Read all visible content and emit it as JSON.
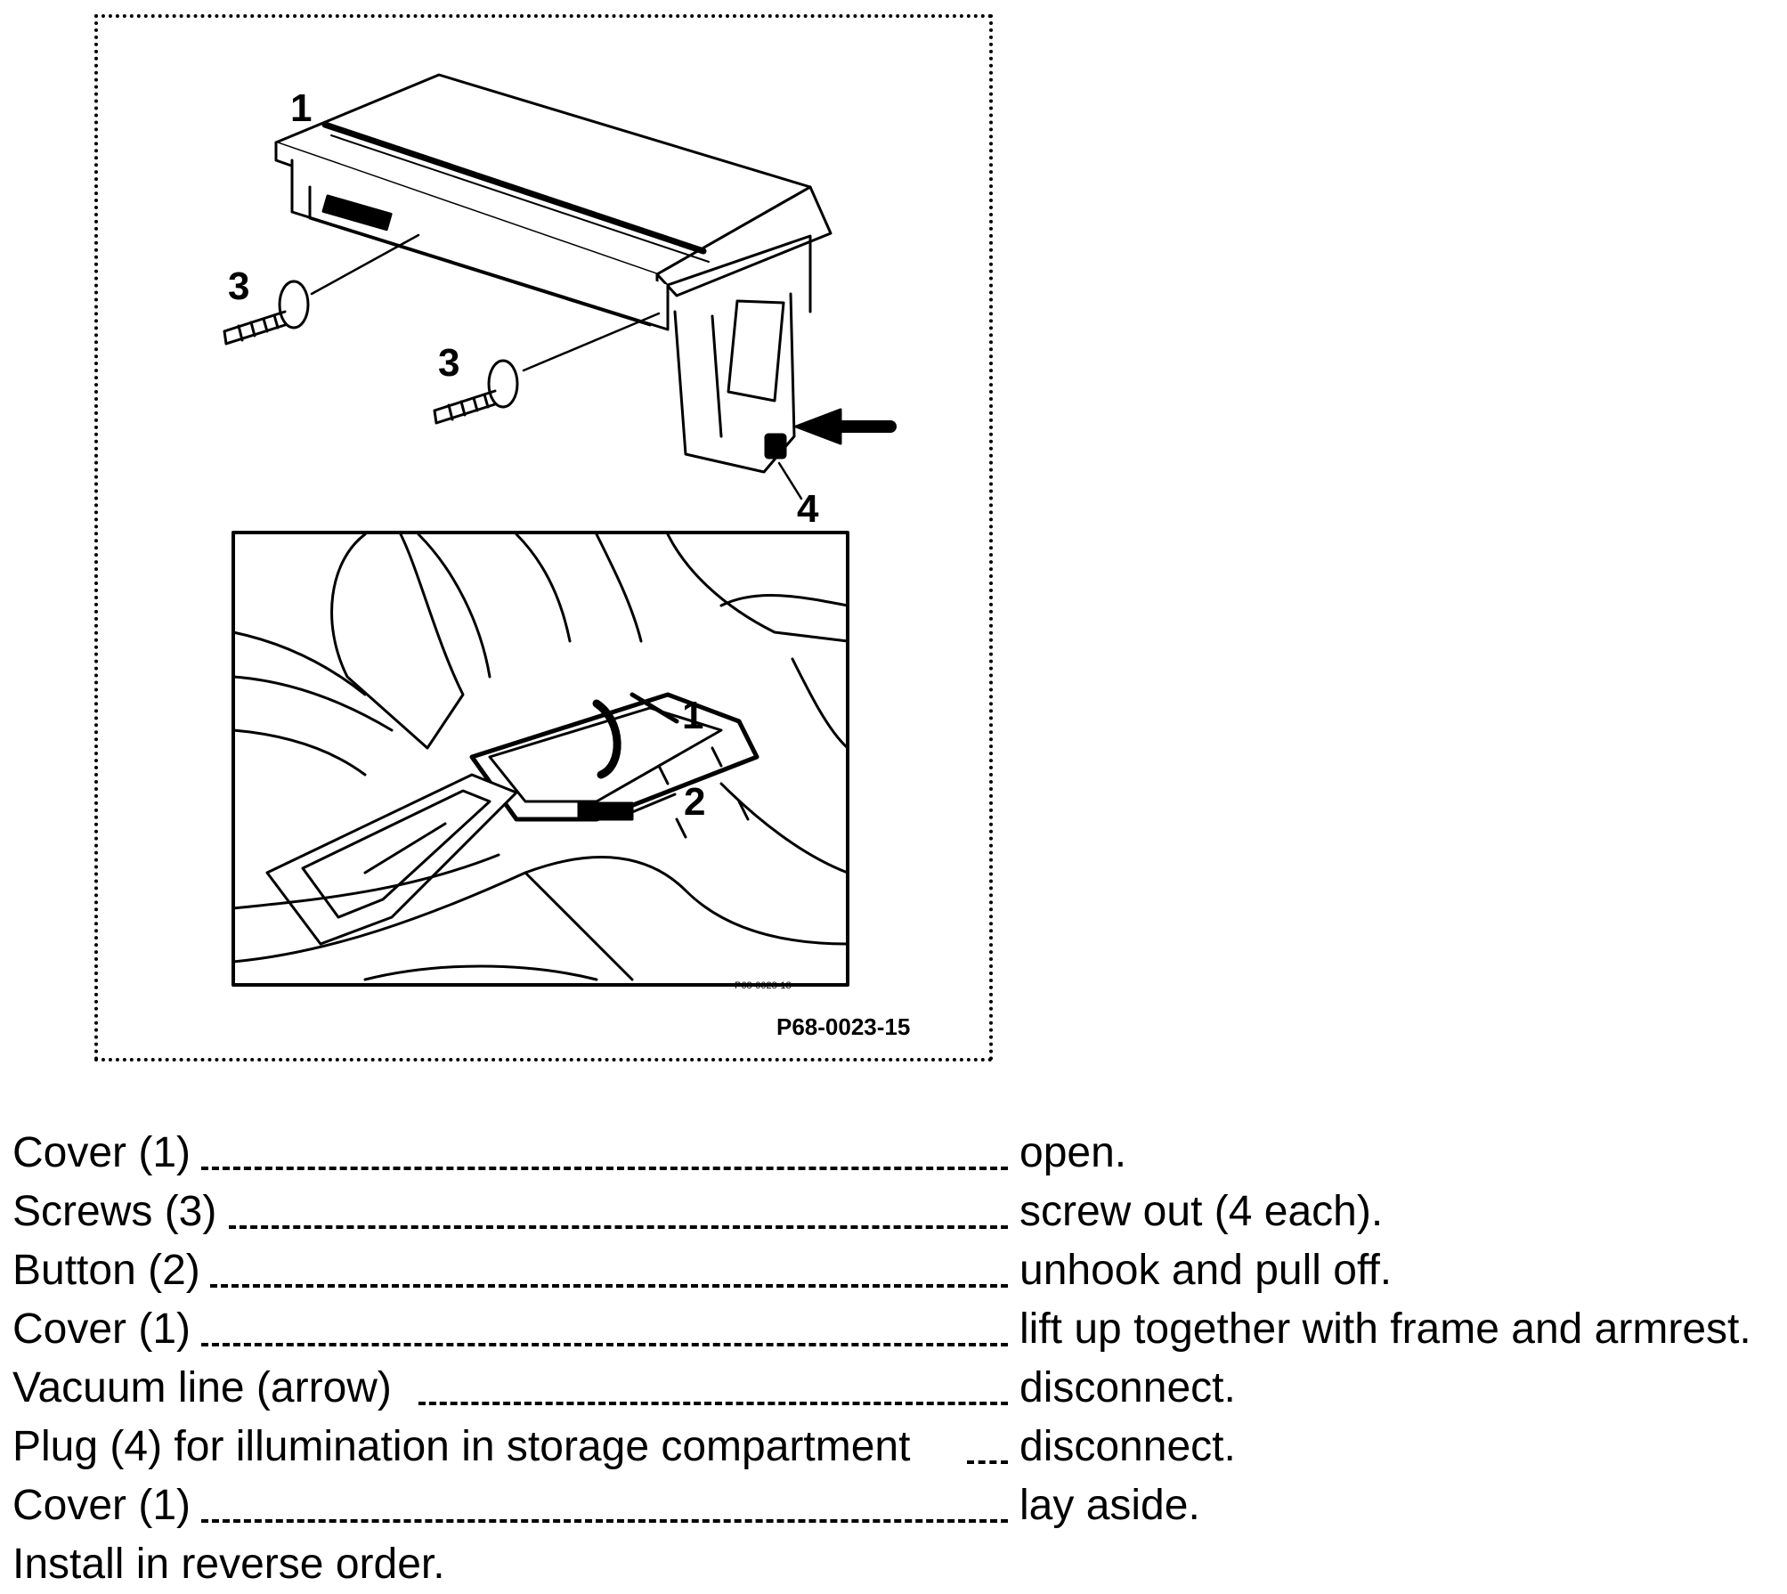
{
  "figure": {
    "callouts": {
      "top_cover": "1",
      "screw_a": "3",
      "screw_b": "3",
      "plug": "4",
      "photo_cover": "1",
      "photo_button": "2"
    },
    "photo_small_code": "P68-0028-13",
    "figure_code": "P68-0023-15"
  },
  "steps": [
    {
      "item": "Cover (1)",
      "action": "open."
    },
    {
      "item": "Screws (3)",
      "action": "screw out (4 each)."
    },
    {
      "item": "Button (2)",
      "action": "unhook and pull off."
    },
    {
      "item": "Cover (1)",
      "action": "lift up together with frame and armrest."
    },
    {
      "item": "Vacuum line (arrow)",
      "action": "disconnect."
    },
    {
      "item": "Plug (4) for illumination in storage compartment",
      "action": "disconnect."
    },
    {
      "item": "Cover (1)",
      "action": "lay aside."
    }
  ],
  "final_note": "Install in reverse order."
}
